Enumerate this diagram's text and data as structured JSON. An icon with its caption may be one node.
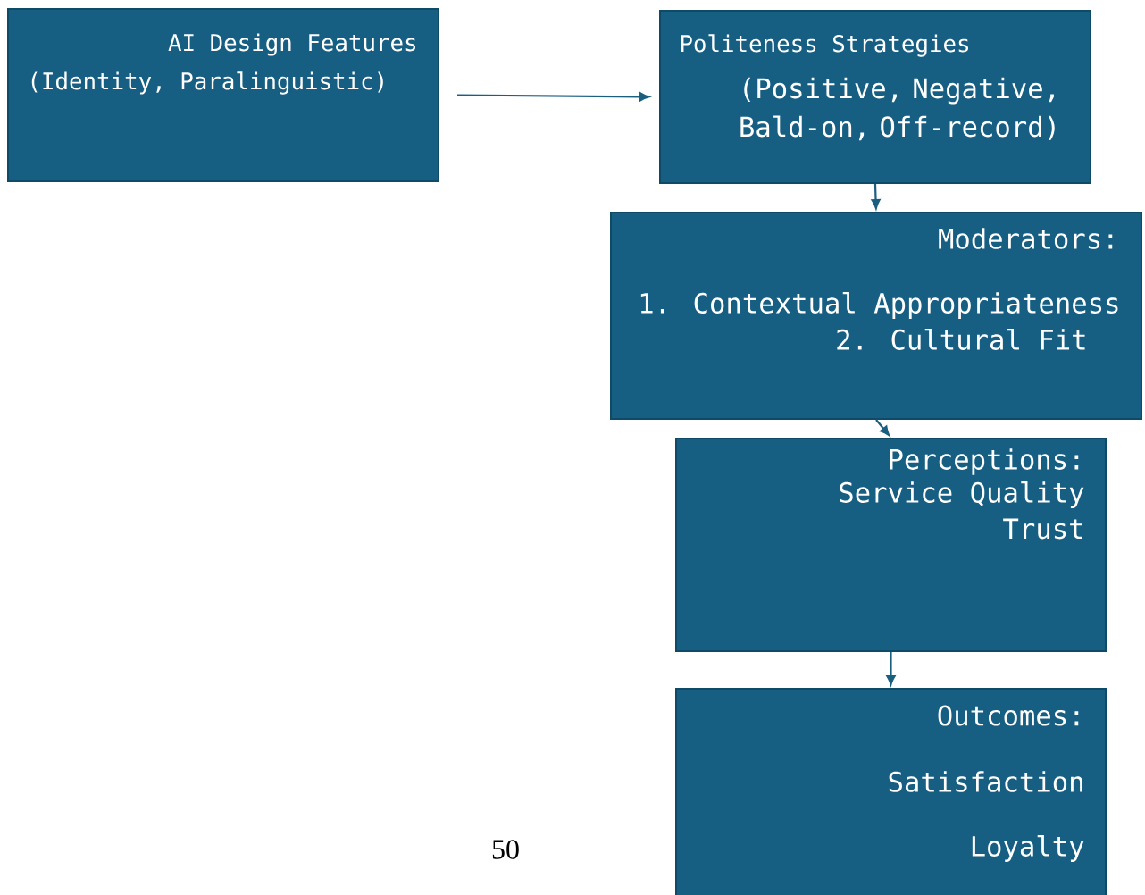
{
  "diagram": {
    "nodes": [
      {
        "text": [
          "AI Design Features",
          "(Identity, Paralinguistic)"
        ]
      },
      {
        "text": [
          "Politeness Strategies",
          "(Positive, Negative, Bald-on, Off-record)"
        ]
      },
      {
        "text": [
          "Moderators:",
          "1. Contextual Appropriateness",
          "2. Cultural Fit"
        ]
      },
      {
        "text": [
          "Perceptions:",
          "Service Quality",
          "Trust"
        ]
      },
      {
        "text": [
          "Outcomes:",
          "Satisfaction",
          "Loyalty"
        ]
      }
    ],
    "edges": [
      {
        "from": 0,
        "to": 1,
        "arrow": "to"
      },
      {
        "from": 1,
        "to": 2,
        "arrow": "to"
      },
      {
        "from": 2,
        "to": 3,
        "arrow": "to"
      },
      {
        "from": 3,
        "to": 4,
        "arrow": "to"
      }
    ],
    "labels": [
      "50"
    ]
  }
}
